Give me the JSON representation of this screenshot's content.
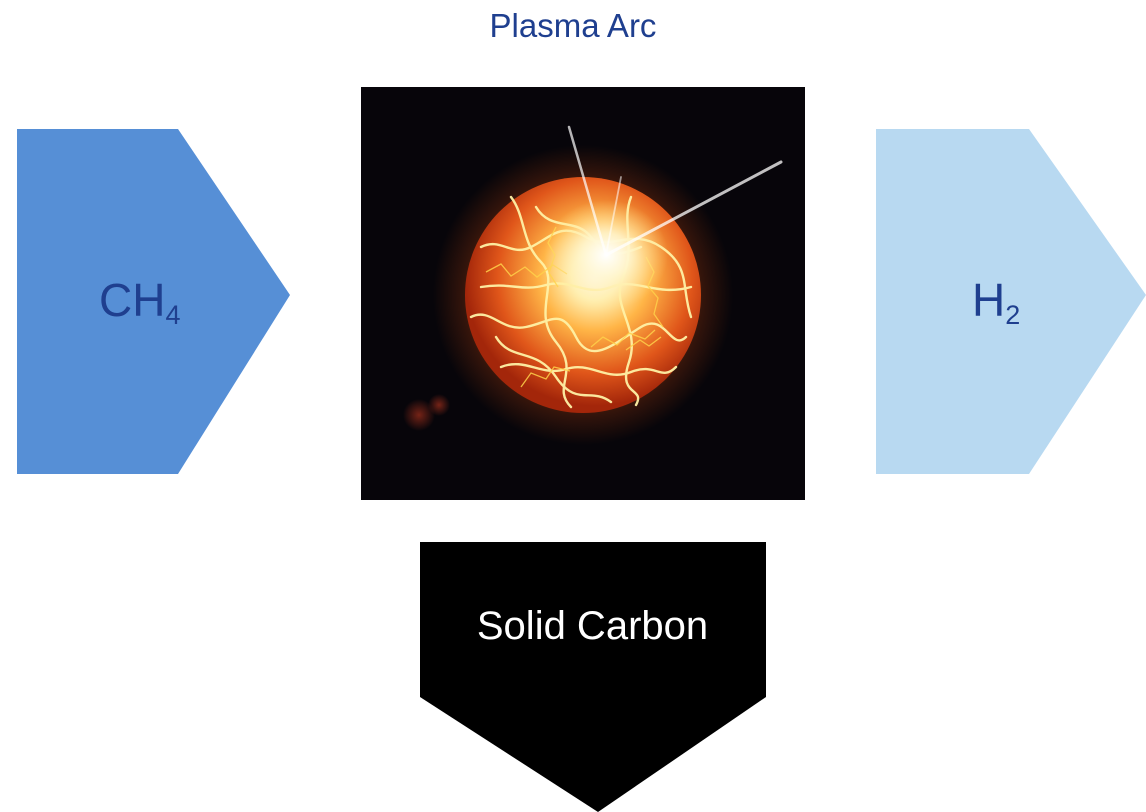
{
  "diagram": {
    "title": "Plasma Arc",
    "input": {
      "formula": "CH",
      "subscript": "4",
      "color": "#568fd6",
      "text_color": "#1f3f8f"
    },
    "output_gas": {
      "formula": "H",
      "subscript": "2",
      "color": "#b8d9f1",
      "text_color": "#1f3f8f"
    },
    "output_solid": {
      "label": "Solid Carbon",
      "color": "#000000",
      "text_color": "#ffffff"
    },
    "plasma_image": {
      "icon": "plasma-ball-icon",
      "background": "#07050a",
      "glow_colors": [
        "#ffffff",
        "#ffe27a",
        "#ff9a2a",
        "#d2430e"
      ]
    }
  }
}
